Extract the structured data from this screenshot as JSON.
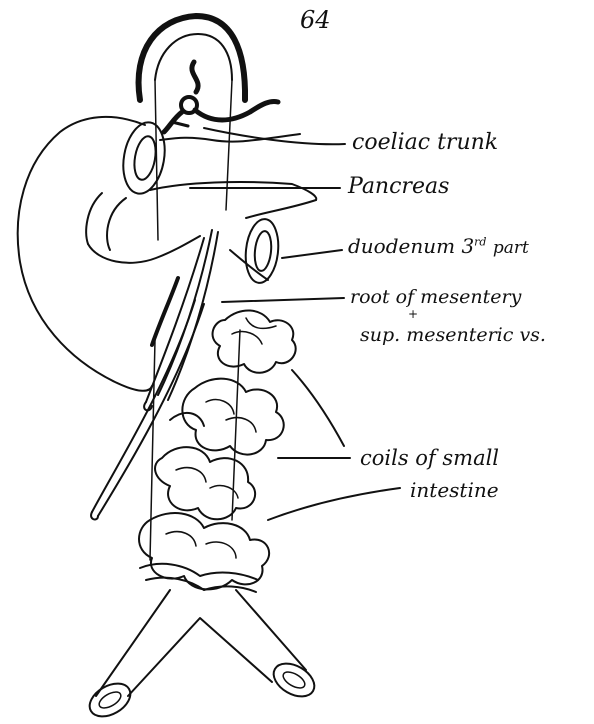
{
  "figure": {
    "page_number": "64",
    "ink_color": "#111111",
    "paper_color": "#ffffff"
  },
  "labels": {
    "coeliac_trunk": "coeliac trunk",
    "pancreas": "Pancreas",
    "duodenum_main": "duodenum 3",
    "duodenum_sup": "rd",
    "duodenum_tail": "part",
    "root_of_mesentery": "root of mesentery",
    "plus_sign": "+",
    "sup_mesenteric_vs": "sup. mesenteric vs.",
    "coils_line1": "coils of small",
    "coils_line2": "intestine"
  }
}
